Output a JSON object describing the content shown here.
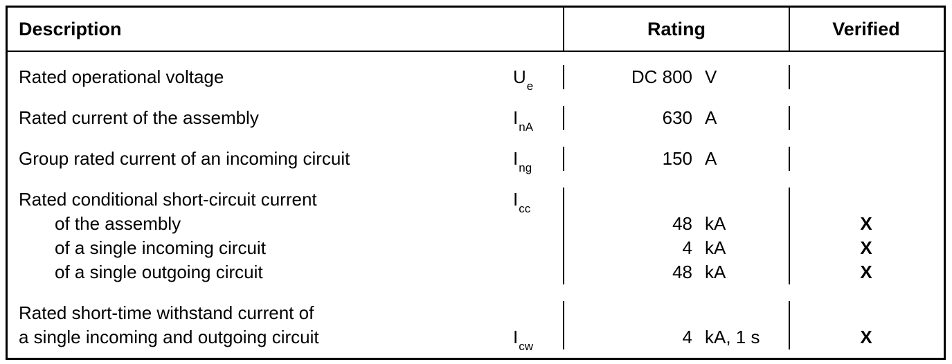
{
  "header": {
    "description": "Description",
    "rating": "Rating",
    "verified": "Verified"
  },
  "rows": [
    {
      "desc": [
        "Rated operational voltage"
      ],
      "symbol": {
        "base": "U",
        "sub": "e"
      },
      "rating": [
        {
          "value": "DC 800",
          "unit": "V"
        }
      ],
      "verified": [
        ""
      ]
    },
    {
      "desc": [
        "Rated current of the assembly"
      ],
      "symbol": {
        "base": "I",
        "sub": "nA"
      },
      "rating": [
        {
          "value": "630",
          "unit": "A"
        }
      ],
      "verified": [
        ""
      ]
    },
    {
      "desc": [
        "Group rated current of an incoming circuit"
      ],
      "symbol": {
        "base": "I",
        "sub": "ng"
      },
      "rating": [
        {
          "value": "150",
          "unit": "A"
        }
      ],
      "verified": [
        ""
      ]
    },
    {
      "desc": [
        "Rated conditional short-circuit current",
        "of the assembly",
        "of a single incoming circuit",
        "of a single outgoing circuit"
      ],
      "symbol": {
        "base": "I",
        "sub": "cc"
      },
      "rating": [
        null,
        {
          "value": "48",
          "unit": "kA"
        },
        {
          "value": "4",
          "unit": "kA"
        },
        {
          "value": "48",
          "unit": "kA"
        }
      ],
      "verified": [
        "",
        "X",
        "X",
        "X"
      ]
    },
    {
      "desc": [
        "Rated short-time withstand current of",
        "a single incoming and outgoing circuit"
      ],
      "symbol": {
        "base": "I",
        "sub": "cw"
      },
      "rating": [
        null,
        {
          "value": "4",
          "unit": "kA, 1 s"
        }
      ],
      "verified": [
        "",
        "X"
      ]
    }
  ],
  "colors": {
    "text": "#000000",
    "border": "#000000",
    "background": "#ffffff"
  }
}
